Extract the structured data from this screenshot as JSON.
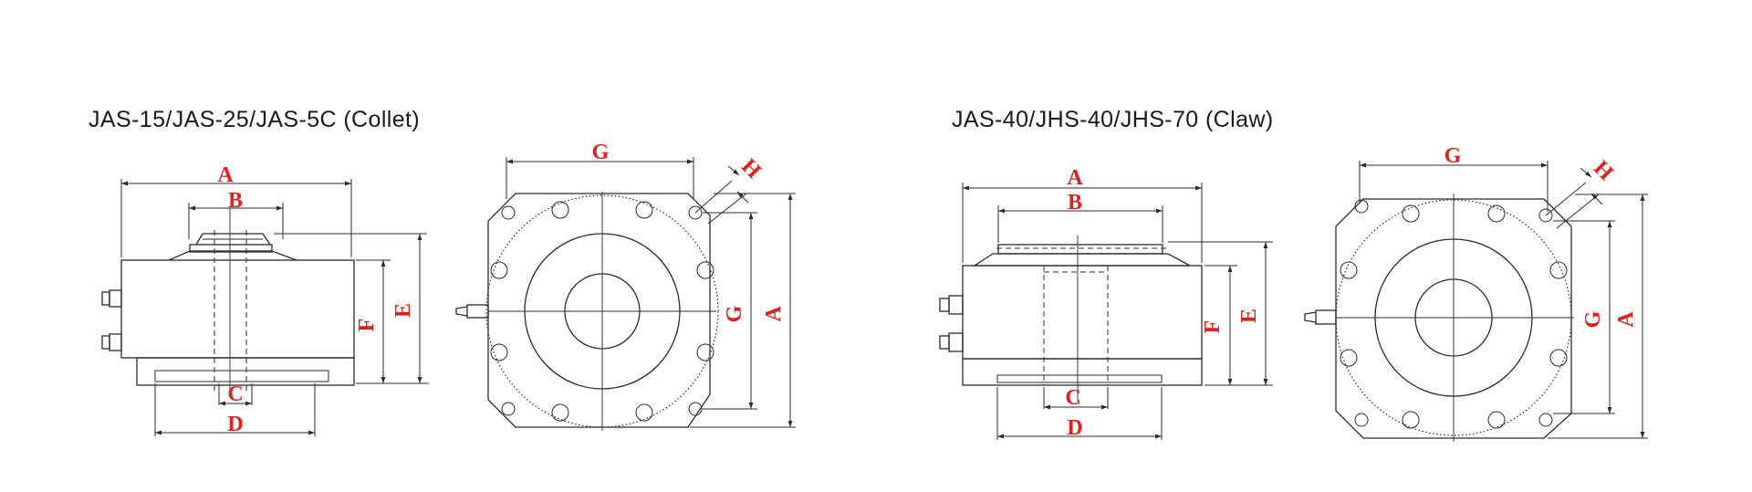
{
  "titles": {
    "left": "JAS-15/JAS-25/JAS-5C (Collet)",
    "right": "JAS-40/JHS-40/JHS-70 (Claw)"
  },
  "dimension_labels": {
    "A": "A",
    "B": "B",
    "C": "C",
    "D": "D",
    "E": "E",
    "F": "F",
    "G": "G",
    "H": "H"
  },
  "colors": {
    "dimension_label": "#e0201b",
    "line": "#2b2b2b"
  }
}
